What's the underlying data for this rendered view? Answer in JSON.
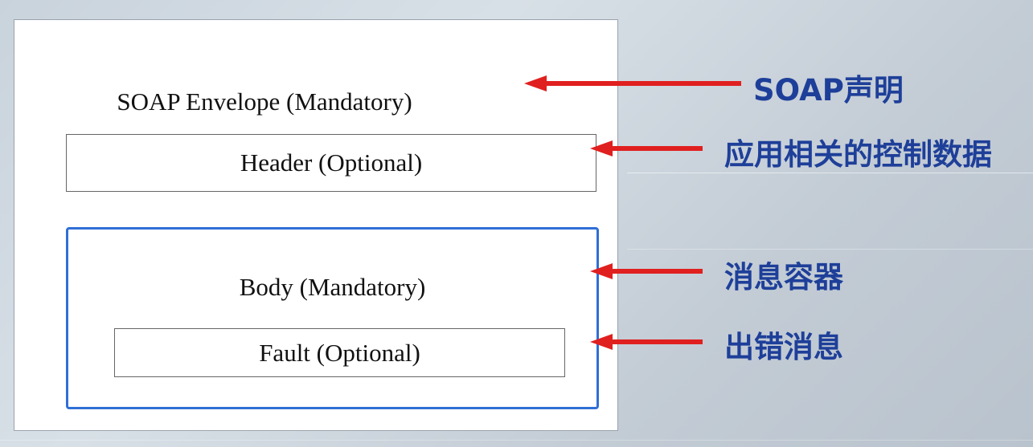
{
  "diagram": {
    "envelope_label": "SOAP Envelope (Mandatory)",
    "header_label": "Header (Optional)",
    "body_label": "Body (Mandatory)",
    "fault_label": "Fault (Optional)"
  },
  "annotations": {
    "envelope": "SOAP声明",
    "header": "应用相关的控制数据",
    "body": "消息容器",
    "fault": "出错消息"
  },
  "colors": {
    "arrow": "#e0201f",
    "annotation_text": "#1e3f99",
    "body_border": "#2f6fd6"
  }
}
